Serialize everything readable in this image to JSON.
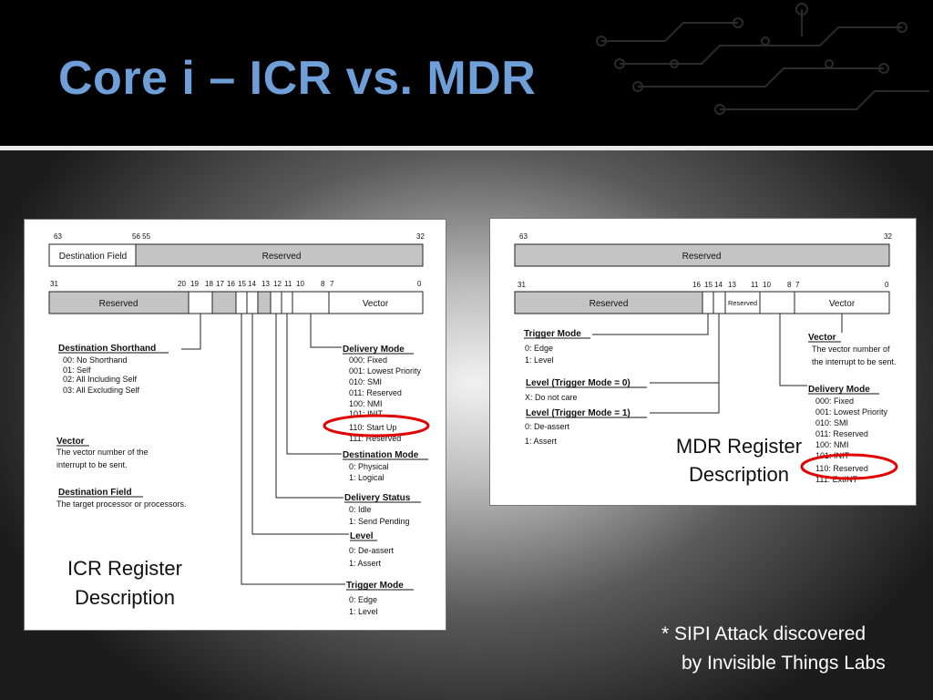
{
  "slide": {
    "title": "Core i –  ICR vs. MDR",
    "footnote_line1": "* SIPI Attack discovered",
    "footnote_line2": "by Invisible Things Labs"
  },
  "icr": {
    "bits_top": [
      "63",
      "56 55",
      "32"
    ],
    "top_fields": [
      "Destination Field",
      "Reserved"
    ],
    "bits_bottom": [
      "31",
      "20",
      "19",
      "18",
      "17",
      "16",
      "15",
      "14",
      "13",
      "12",
      "11",
      "10",
      "8",
      "7",
      "0"
    ],
    "bottom_fields": [
      "Reserved",
      "Vector"
    ],
    "caption_line1": "ICR Register",
    "caption_line2": "Description",
    "dest_shorthand": {
      "title": "Destination Shorthand",
      "items": [
        "00: No Shorthand",
        "01: Self",
        "02: All Including Self",
        "03: All Excluding Self"
      ]
    },
    "vector": {
      "title": "Vector",
      "lines": [
        "The vector number of the",
        "interrupt to be sent."
      ]
    },
    "dest_field": {
      "title": "Destination Field",
      "lines": [
        "The target processor or processors."
      ]
    },
    "delivery_mode": {
      "title": "Delivery Mode",
      "items": [
        "000: Fixed",
        "001: Lowest Priority",
        "010: SMI",
        "011: Reserved",
        "100: NMI",
        "101: INIT",
        "110: Start Up",
        "111: Reserved"
      ]
    },
    "dest_mode": {
      "title": "Destination Mode",
      "items": [
        "0: Physical",
        "1: Logical"
      ]
    },
    "delivery_status": {
      "title": "Delivery Status",
      "items": [
        "0: Idle",
        "1: Send Pending"
      ]
    },
    "level": {
      "title": "Level",
      "items": [
        "0: De-assert",
        "1: Assert"
      ]
    },
    "trigger_mode": {
      "title": "Trigger Mode",
      "items": [
        "0: Edge",
        "1: Level"
      ]
    }
  },
  "mdr": {
    "bits_top": [
      "63",
      "32"
    ],
    "top_fields": [
      "Reserved"
    ],
    "bits_bottom": [
      "31",
      "16",
      "15",
      "14",
      "13",
      "11",
      "10",
      "8",
      "7",
      "0"
    ],
    "bottom_fields": [
      "Reserved",
      "Reserved",
      "Vector"
    ],
    "caption_line1": "MDR Register",
    "caption_line2": "Description",
    "trigger_mode": {
      "title": "Trigger Mode",
      "items": [
        "0: Edge",
        "1: Level"
      ]
    },
    "level0": {
      "title": "Level (Trigger Mode = 0)",
      "items": [
        "X: Do not care"
      ]
    },
    "level1": {
      "title": "Level (Trigger Mode = 1)",
      "items": [
        "0: De-assert",
        "1: Assert"
      ]
    },
    "vector": {
      "title": "Vector",
      "lines": [
        "The vector number of",
        "the interrupt to be sent."
      ]
    },
    "delivery_mode": {
      "title": "Delivery Mode",
      "items": [
        "000: Fixed",
        "001: Lowest Priority",
        "010: SMI",
        "011: Reserved",
        "100: NMI",
        "101: INIT",
        "110: Reserved",
        "111: ExtINT"
      ]
    }
  },
  "colors": {
    "title": "#6f9fd8",
    "highlight": "#e00000",
    "reserved_fill": "#c4c4c4"
  },
  "icons": [
    "circuit-decoration-icon"
  ]
}
